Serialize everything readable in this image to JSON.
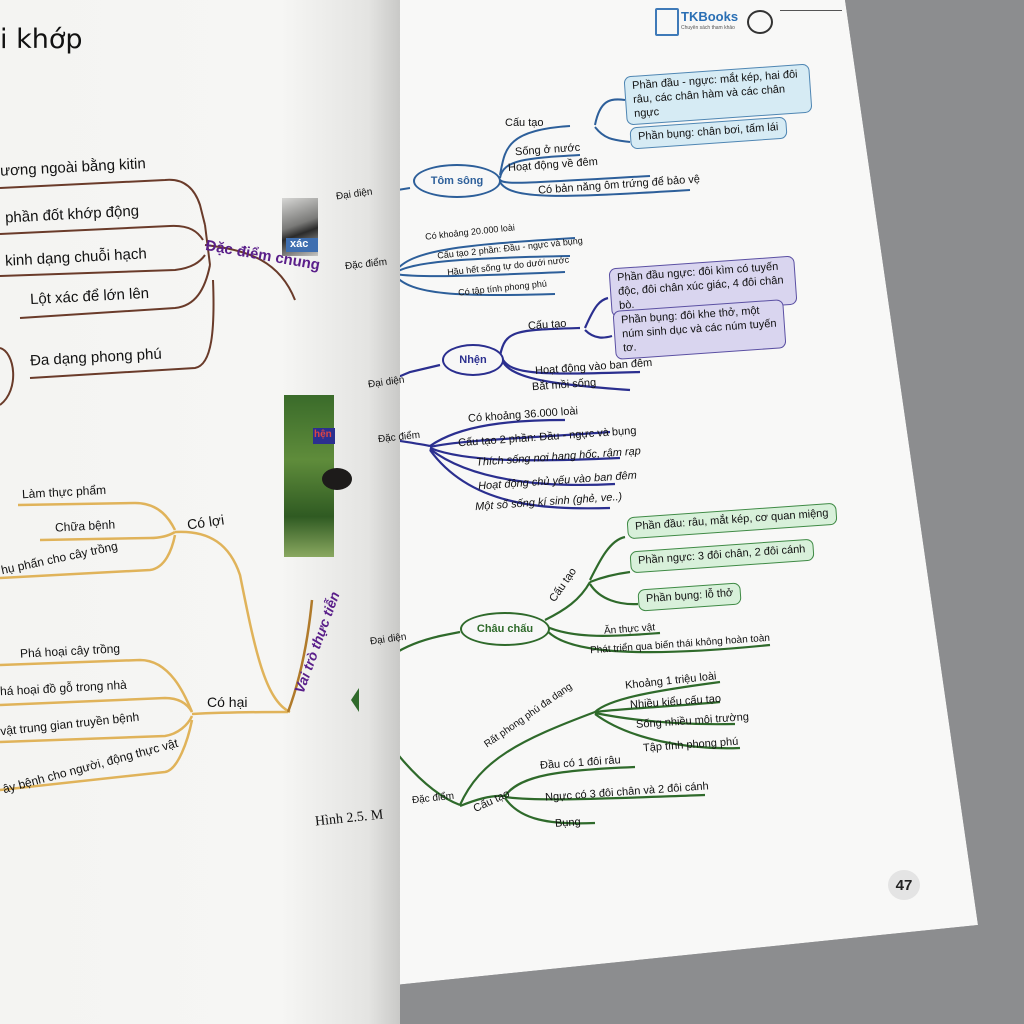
{
  "left": {
    "title": "i khớp",
    "features_branch": "Đặc điểm chung",
    "features": [
      "ương ngoài bằng kitin",
      "phần đốt khớp động",
      "kinh dạng chuỗi hạch",
      "Lột xác để lớn lên",
      "Đa dạng phong phú"
    ],
    "roles_branch": "Vai trò thực tiễn",
    "benefit_label": "Có lợi",
    "benefits": [
      "Làm thực phẩm",
      "Chữa bệnh",
      "hụ phấn cho cây trồng"
    ],
    "harm_label": "Có hại",
    "harms": [
      "Phá hoại cây trồng",
      "há hoại đồ gỗ trong nhà",
      "vật trung gian truyền bệnh",
      "ây bệnh cho người, động thực vật"
    ],
    "caption": "Hình 2.5. M"
  },
  "logo": {
    "brand": "TKBooks",
    "tagline": "Chuyên sách tham khảo"
  },
  "crustacean": {
    "root_label": "xác",
    "rep_label": "Đại diện",
    "name": "Tôm sông",
    "structure_label": "Cấu tạo",
    "structure_boxes": [
      "Phần đầu - ngực: mắt kép, hai đôi râu, các chân hàm và các chân ngực",
      "Phần bụng: chân bơi, tấm lái"
    ],
    "rep_items": [
      "Sống ở nước",
      "Hoạt động về đêm",
      "Có bản năng ôm trứng để bảo vệ"
    ],
    "feature_label": "Đặc điểm",
    "features": [
      "Có khoảng 20.000 loài",
      "Cấu tạo 2 phần: Đầu - ngực và bụng",
      "Hầu hết sống tự do dưới nước",
      "Có tập tính phong phú"
    ]
  },
  "spider": {
    "root_label": "hện",
    "rep_label": "Đại diện",
    "name": "Nhện",
    "structure_label": "Cấu tạo",
    "structure_boxes": [
      "Phần đầu ngực: đôi kìm có tuyến độc, đôi chân xúc giác, 4 đôi chân bò.",
      "Phần bụng: đôi khe thở, một núm sinh dục và các núm tuyến tơ."
    ],
    "rep_items": [
      "Hoạt động vào ban đêm",
      "Bắt mồi sống"
    ],
    "feature_label": "Đặc điểm",
    "features": [
      "Có khoảng 36.000 loài",
      "Cấu tạo 2 phần: Đầu - ngực và bụng",
      "Thích sống nơi hang hốc, rậm rạp",
      "Hoạt động chủ yếu vào ban đêm",
      "Một số sống kí sinh (ghẻ, ve..)"
    ]
  },
  "insect": {
    "rep_label": "Đại diện",
    "name": "Châu chấu",
    "structure_label": "Cấu tạo",
    "structure_boxes": [
      "Phần đầu: râu, mắt kép, cơ quan miệng",
      "Phần ngực: 3 đôi chân, 2 đôi cánh",
      "Phần bụng: lỗ thở"
    ],
    "rep_items": [
      "Ăn thực vật",
      "Phát triển qua biến thái không hoàn toàn"
    ],
    "feature_label": "Đặc điểm",
    "diverse_label": "Rất phong phú đa dạng",
    "diverse_items": [
      "Khoảng 1 triệu loài",
      "Nhiều kiểu cấu tạo",
      "Sống nhiều môi trường",
      "Tập tính phong phú"
    ],
    "body_label": "Cấu tạo",
    "body_items": [
      "Đầu có 1 đôi râu",
      "Ngực có 3 đôi chân và 2 đôi cánh",
      "Bụng"
    ]
  },
  "page_number": "47",
  "colors": {
    "crustacean": "#2d5f9a",
    "spider": "#2b2f8f",
    "insect": "#2f6a2b",
    "features": "#6a3b2a",
    "roles": "#e0b35a",
    "purple_text": "#5a1f8a"
  }
}
